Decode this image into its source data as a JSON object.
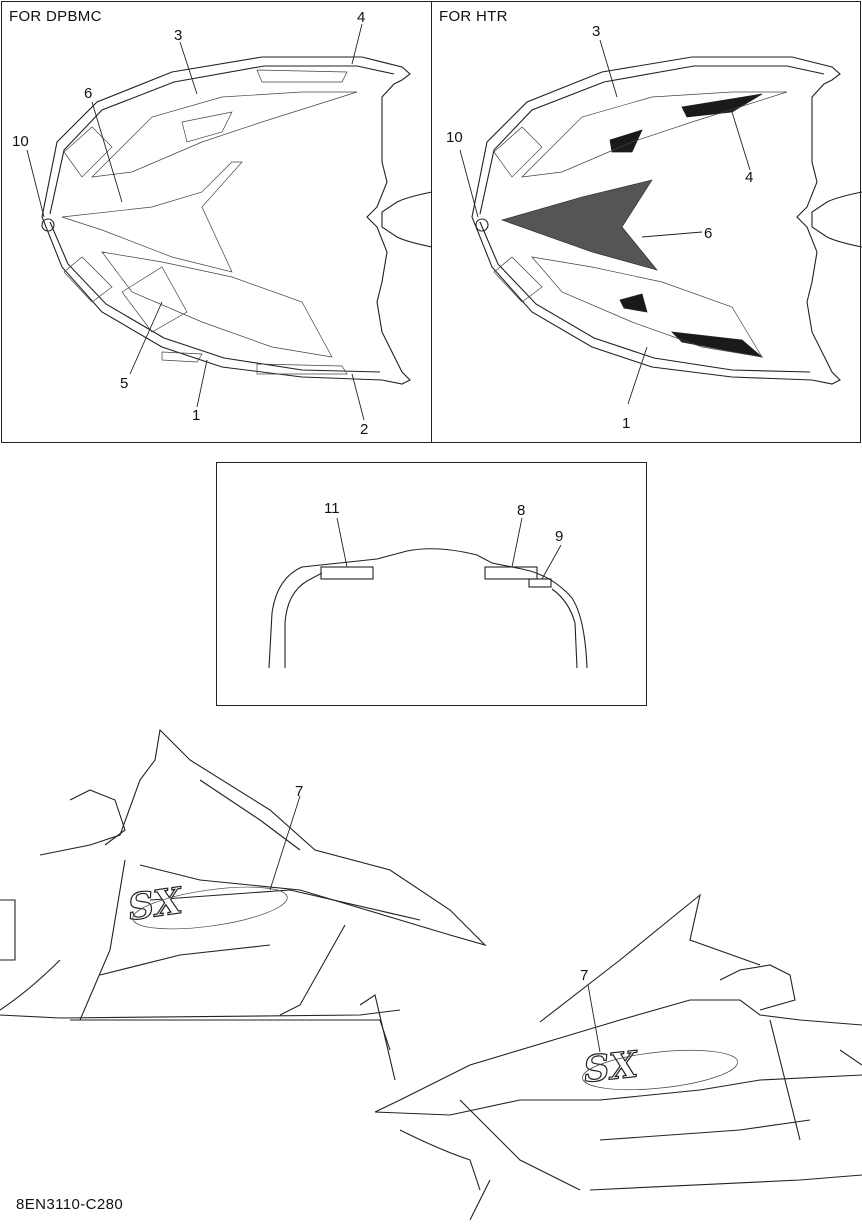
{
  "panels": {
    "left": {
      "title": "FOR DPBMC"
    },
    "right": {
      "title": "FOR HTR"
    }
  },
  "callouts": {
    "left": [
      "1",
      "2",
      "3",
      "4",
      "5",
      "6",
      "10"
    ],
    "right": [
      "1",
      "3",
      "4",
      "6",
      "10"
    ],
    "middle": [
      "8",
      "9",
      "11"
    ],
    "bottom": [
      "7",
      "7"
    ]
  },
  "logo": {
    "text": "SX"
  },
  "drawing_code": "8EN3110-C280"
}
